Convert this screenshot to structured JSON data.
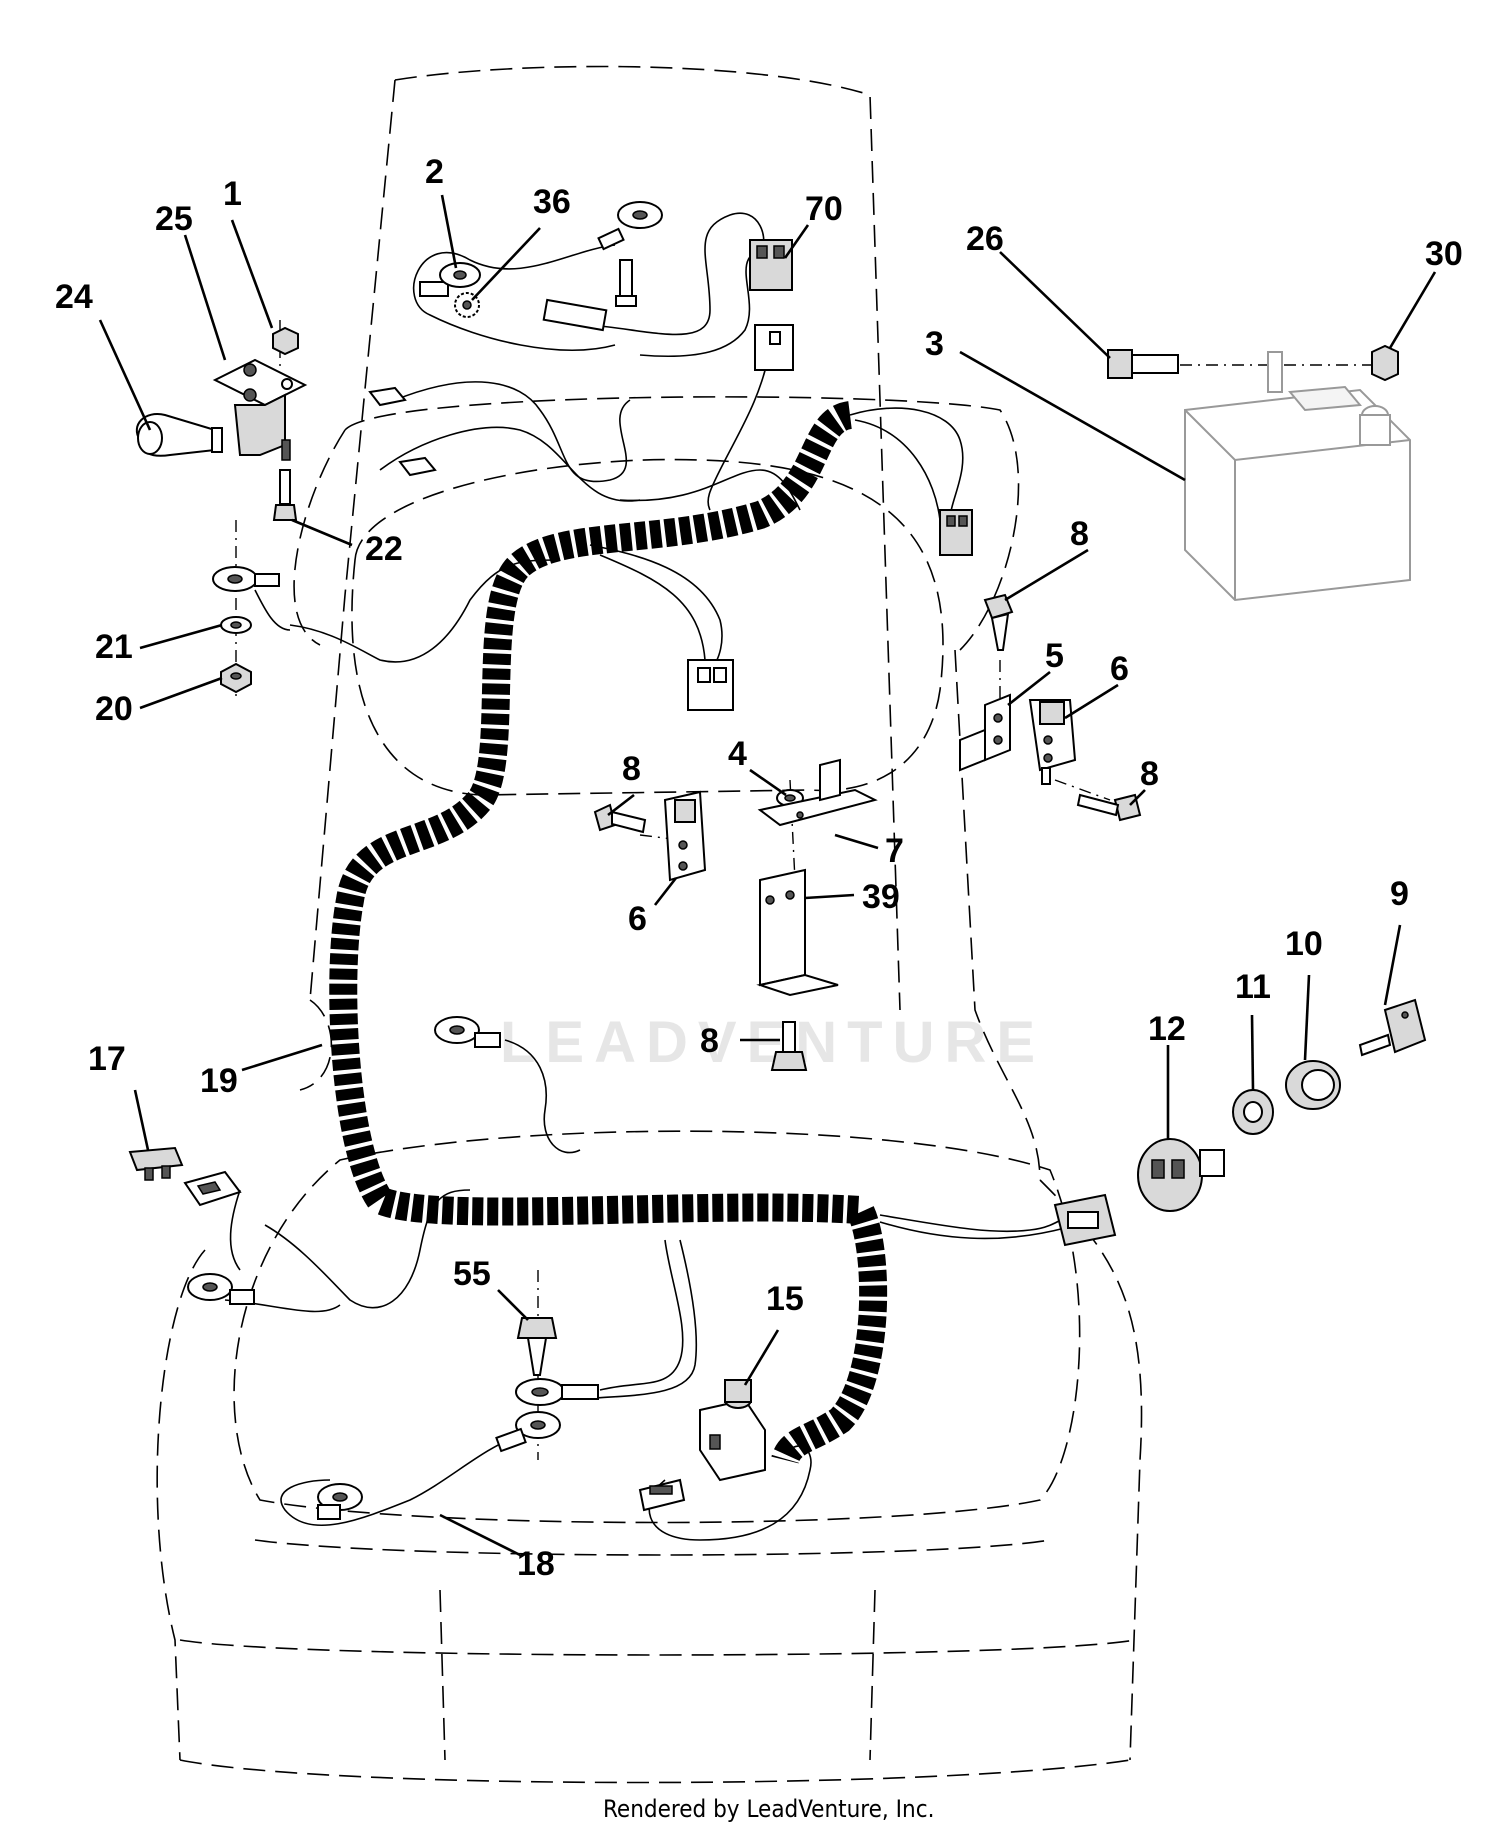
{
  "watermark": "LEADVENTURE",
  "footer": "Rendered by LeadVenture, Inc.",
  "callouts": [
    {
      "label": "1"
    },
    {
      "label": "25"
    },
    {
      "label": "24"
    },
    {
      "label": "2"
    },
    {
      "label": "36"
    },
    {
      "label": "70"
    },
    {
      "label": "26"
    },
    {
      "label": "30"
    },
    {
      "label": "3"
    },
    {
      "label": "22"
    },
    {
      "label": "8"
    },
    {
      "label": "21"
    },
    {
      "label": "20"
    },
    {
      "label": "5"
    },
    {
      "label": "6"
    },
    {
      "label": "4"
    },
    {
      "label": "8"
    },
    {
      "label": "8"
    },
    {
      "label": "7"
    },
    {
      "label": "39"
    },
    {
      "label": "6"
    },
    {
      "label": "9"
    },
    {
      "label": "10"
    },
    {
      "label": "11"
    },
    {
      "label": "12"
    },
    {
      "label": "17"
    },
    {
      "label": "19"
    },
    {
      "label": "8"
    },
    {
      "label": "55"
    },
    {
      "label": "15"
    },
    {
      "label": "18"
    }
  ]
}
